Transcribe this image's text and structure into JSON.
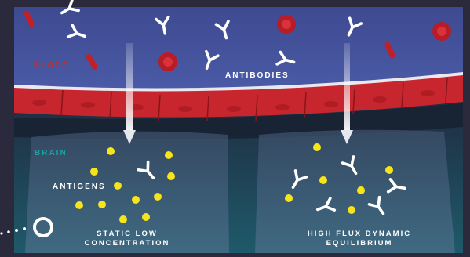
{
  "labels": {
    "blood": "BLOOD",
    "antibodies": "ANTIBODIES",
    "brain": "BRAIN",
    "antigens": "ANTIGENS",
    "static_low_line1": "STATIC LOW",
    "static_low_line2": "CONCENTRATION",
    "high_flux_line1": "HIGH FLUX DYNAMIC",
    "high_flux_line2": "EQUILIBRIUM"
  },
  "colors": {
    "background": "#2a2a3c",
    "blood_region": "#3d4a8f",
    "vessel_wall": "#c8262e",
    "red_blood_cell": "#c0202a",
    "antibody": "#ffffff",
    "antigen": "#f5e51a",
    "brain_label": "#1ea0a0",
    "blood_label": "#c0302f"
  },
  "icons": [
    "antibody-y-shape",
    "red-blood-cell",
    "antigen-dot",
    "down-arrow",
    "ring-icon"
  ]
}
